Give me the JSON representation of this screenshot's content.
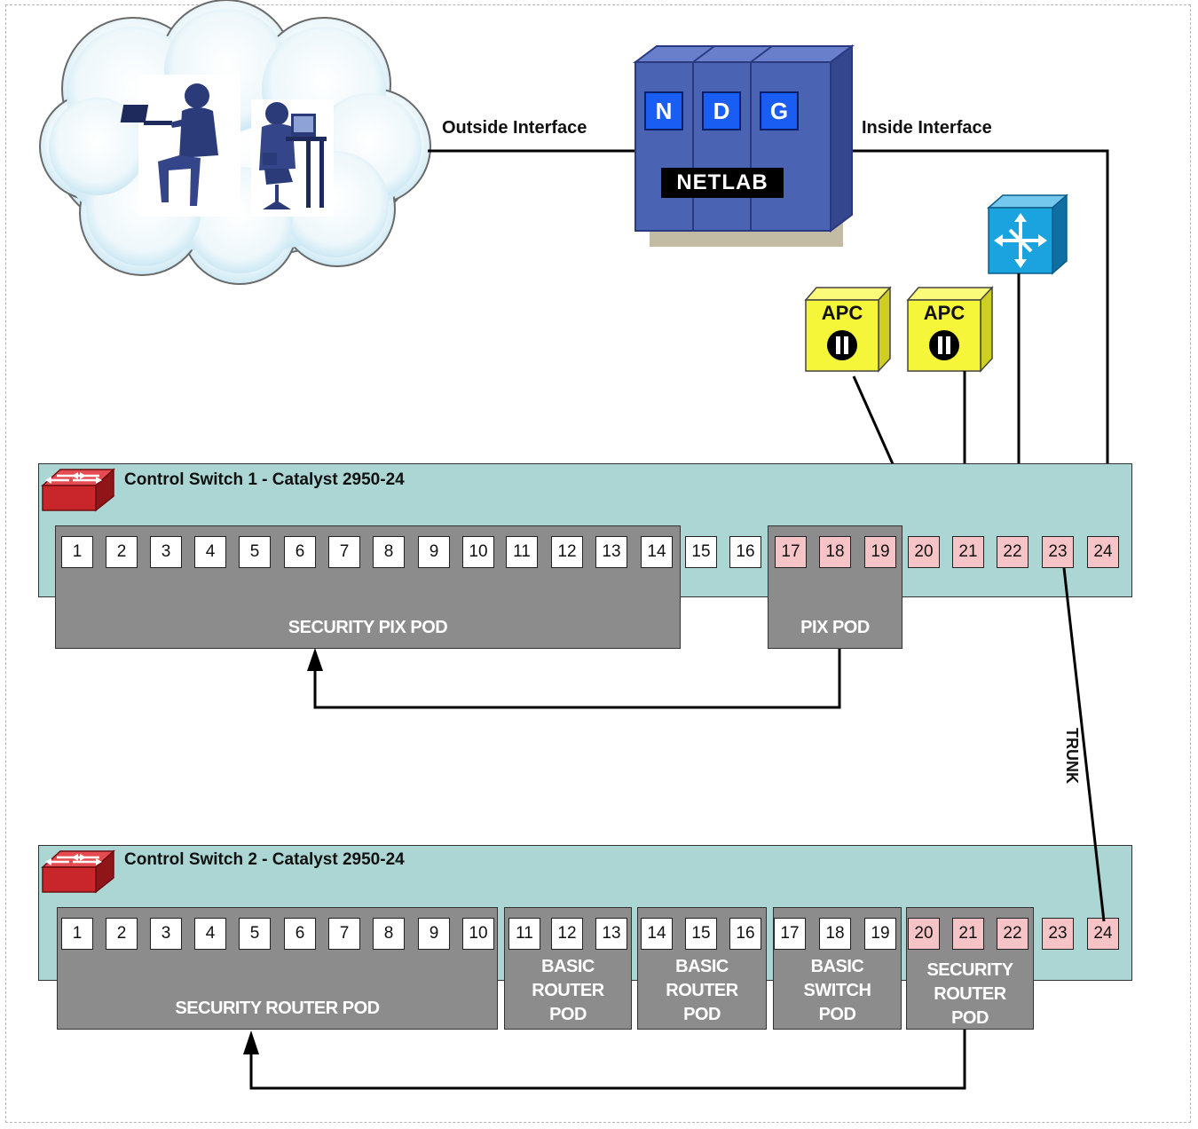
{
  "labels": {
    "outside_interface": "Outside Interface",
    "inside_interface": "Inside Interface",
    "trunk": "TRUNK"
  },
  "netlab": {
    "letters": [
      "N",
      "D",
      "G"
    ],
    "name": "NETLAB"
  },
  "apc_units": [
    {
      "label": "APC"
    },
    {
      "label": "APC"
    }
  ],
  "switch1": {
    "title": "Control Switch 1 - Catalyst 2950-24",
    "ports": [
      {
        "n": "1",
        "color": "white"
      },
      {
        "n": "2",
        "color": "white"
      },
      {
        "n": "3",
        "color": "white"
      },
      {
        "n": "4",
        "color": "white"
      },
      {
        "n": "5",
        "color": "white"
      },
      {
        "n": "6",
        "color": "white"
      },
      {
        "n": "7",
        "color": "white"
      },
      {
        "n": "8",
        "color": "white"
      },
      {
        "n": "9",
        "color": "white"
      },
      {
        "n": "10",
        "color": "white"
      },
      {
        "n": "11",
        "color": "white"
      },
      {
        "n": "12",
        "color": "white"
      },
      {
        "n": "13",
        "color": "white"
      },
      {
        "n": "14",
        "color": "white"
      },
      {
        "n": "15",
        "color": "white"
      },
      {
        "n": "16",
        "color": "white"
      },
      {
        "n": "17",
        "color": "pink"
      },
      {
        "n": "18",
        "color": "pink"
      },
      {
        "n": "19",
        "color": "pink"
      },
      {
        "n": "20",
        "color": "pink"
      },
      {
        "n": "21",
        "color": "pink"
      },
      {
        "n": "22",
        "color": "pink"
      },
      {
        "n": "23",
        "color": "pink"
      },
      {
        "n": "24",
        "color": "pink"
      }
    ],
    "pods": [
      {
        "label": "SECURITY PIX POD"
      },
      {
        "label": "PIX POD"
      }
    ]
  },
  "switch2": {
    "title": "Control Switch 2 - Catalyst 2950-24",
    "ports": [
      {
        "n": "1",
        "color": "white"
      },
      {
        "n": "2",
        "color": "white"
      },
      {
        "n": "3",
        "color": "white"
      },
      {
        "n": "4",
        "color": "white"
      },
      {
        "n": "5",
        "color": "white"
      },
      {
        "n": "6",
        "color": "white"
      },
      {
        "n": "7",
        "color": "white"
      },
      {
        "n": "8",
        "color": "white"
      },
      {
        "n": "9",
        "color": "white"
      },
      {
        "n": "10",
        "color": "white"
      },
      {
        "n": "11",
        "color": "white"
      },
      {
        "n": "12",
        "color": "white"
      },
      {
        "n": "13",
        "color": "white"
      },
      {
        "n": "14",
        "color": "white"
      },
      {
        "n": "15",
        "color": "white"
      },
      {
        "n": "16",
        "color": "white"
      },
      {
        "n": "17",
        "color": "white"
      },
      {
        "n": "18",
        "color": "white"
      },
      {
        "n": "19",
        "color": "white"
      },
      {
        "n": "20",
        "color": "pink"
      },
      {
        "n": "21",
        "color": "pink"
      },
      {
        "n": "22",
        "color": "pink"
      },
      {
        "n": "23",
        "color": "pink"
      },
      {
        "n": "24",
        "color": "pink"
      }
    ],
    "pods": [
      {
        "label": "SECURITY ROUTER POD"
      },
      {
        "label": "BASIC\nROUTER\nPOD"
      },
      {
        "label": "BASIC\nROUTER\nPOD"
      },
      {
        "label": "BASIC\nSWITCH\nPOD"
      },
      {
        "label": "SECURITY\nROUTER\nPOD"
      }
    ]
  },
  "colors": {
    "switch_body": "#abd6d4",
    "pod_gray": "#8c8c8c",
    "port_pink": "#f6c4c6",
    "netlab_blue": "#4b63b3",
    "apc_yellow": "#f5f53a",
    "switch_icon_red": "#c8262b",
    "router_icon_blue": "#1aa3de"
  }
}
